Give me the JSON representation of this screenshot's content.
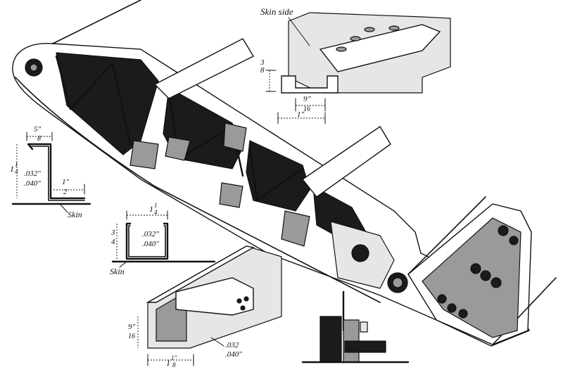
{
  "labels": {
    "skin_side": "Skin side",
    "top_dim_num": "3",
    "top_dim_den": "8",
    "top_w_num": "9",
    "top_w_den": "16",
    "top_w_unit": "\"",
    "top_1in": "1\"",
    "left_w_num": "5\"",
    "left_w_den": "8",
    "left_h": "1",
    "left_h_num": "1",
    "left_h_den": "4",
    "left_thk1": ".032\"",
    "left_thk2": ".040\"",
    "left_flange_num": "1\"",
    "left_flange_den": "2",
    "left_skin": "Skin",
    "mid_w": "1",
    "mid_w_num": "1",
    "mid_w_den": "4",
    "mid_h_num": "3",
    "mid_h_den": "4",
    "mid_thk1": ".032\"",
    "mid_thk2": ".040\"",
    "mid_skin": "Skin",
    "bot_h_num": "9\"",
    "bot_h_den": "16",
    "bot_w": "1",
    "bot_w_num": "1\"",
    "bot_w_den": "8",
    "bot_thk1": ".032",
    "bot_thk2": ".040\""
  },
  "colors": {
    "ink": "#111111",
    "shade": "#1b1b1b",
    "grey": "#9a9a9a",
    "paper": "#ffffff"
  }
}
